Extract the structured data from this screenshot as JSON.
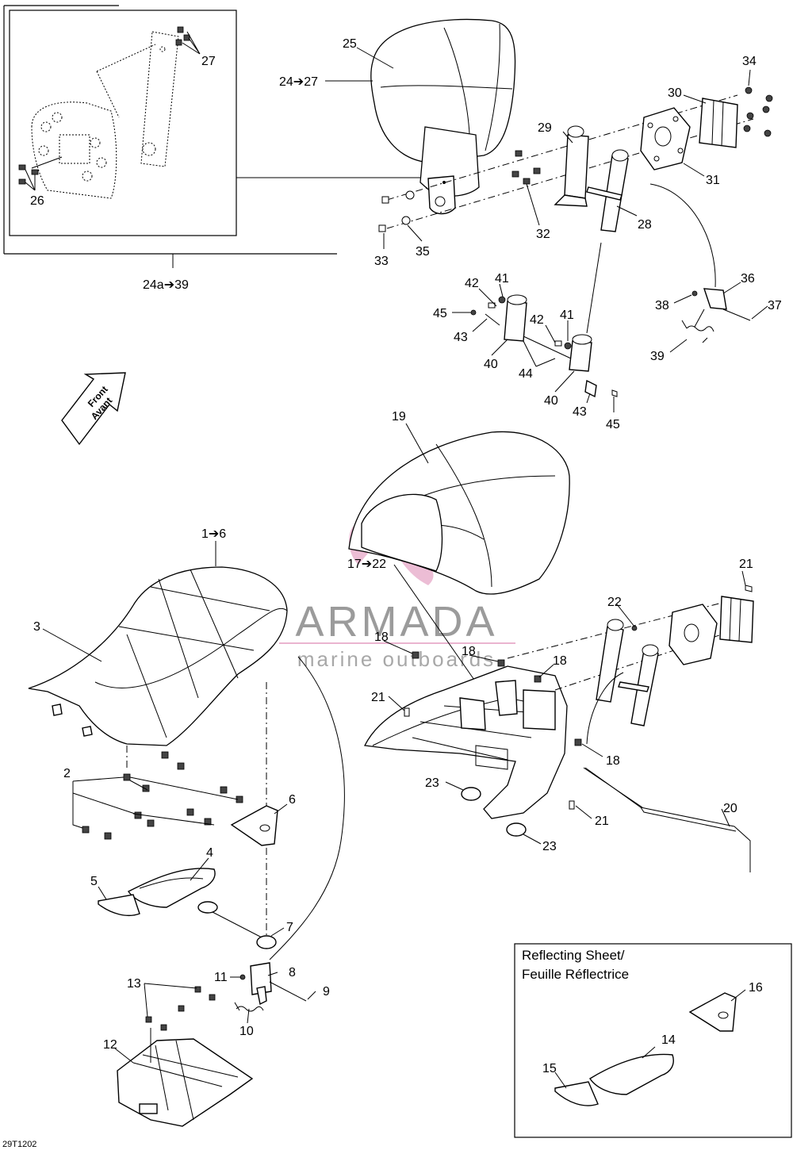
{
  "diagram": {
    "doc_code": "29T1202",
    "direction_arrow": [
      "Front",
      "Avant"
    ],
    "watermark": {
      "brand": "ARMADA",
      "tagline": "marine outboards"
    },
    "inset_panel": {
      "title_line1": "Reflecting Sheet/",
      "title_line2": "Feuille Réflectrice"
    },
    "callouts": {
      "c1_6": "1➔6",
      "c2": "2",
      "c3": "3",
      "c4": "4",
      "c5": "5",
      "c6": "6",
      "c7": "7",
      "c8": "8",
      "c9": "9",
      "c10": "10",
      "c11": "11",
      "c12": "12",
      "c13": "13",
      "c14": "14",
      "c15": "15",
      "c16": "16",
      "c17_22": "17➔22",
      "c18": "18",
      "c19": "19",
      "c20": "20",
      "c21": "21",
      "c22": "22",
      "c23": "23",
      "c24_27": "24➔27",
      "c24a_39": "24a➔39",
      "c25": "25",
      "c26": "26",
      "c27": "27",
      "c28": "28",
      "c29": "29",
      "c30": "30",
      "c31": "31",
      "c32": "32",
      "c33": "33",
      "c34": "34",
      "c35": "35",
      "c36": "36",
      "c37": "37",
      "c38": "38",
      "c39": "39",
      "c40": "40",
      "c41": "41",
      "c42": "42",
      "c43": "43",
      "c44": "44",
      "c45": "45"
    }
  }
}
